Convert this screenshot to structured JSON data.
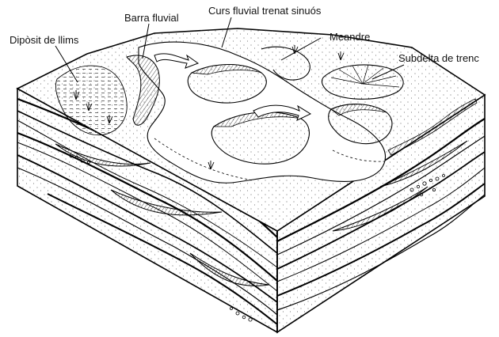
{
  "labels": {
    "mud_deposit": "Dipòsit de llims",
    "river_bar": "Barra fluvial",
    "braided_channel": "Curs fluvial trenat sinuós",
    "meander": "Meandre",
    "crevasse_subdelta": "Subdelta de trenc"
  }
}
